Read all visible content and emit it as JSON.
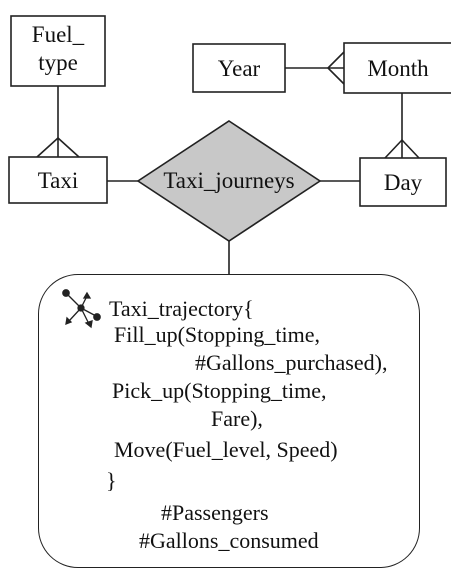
{
  "entities": {
    "fuel_type": {
      "line1": "Fuel_",
      "line2": "type"
    },
    "taxi": "Taxi",
    "year": "Year",
    "month": "Month",
    "day": "Day"
  },
  "relationship": "Taxi_journeys",
  "measures": {
    "trajectory_header": "Taxi_trajectory{",
    "fill_up_1": "Fill_up(Stopping_time,",
    "fill_up_2": "#Gallons_purchased),",
    "pick_up_1": "Pick_up(Stopping_time,",
    "pick_up_2": "Fare),",
    "move": "Move(Fuel_level, Speed)",
    "close_brace": "}",
    "passengers": "#Passengers",
    "gallons_consumed": "#Gallons_consumed"
  },
  "icons": {
    "trajectory": "trajectory-icon"
  },
  "colors": {
    "relationship_fill": "#c8c8c8",
    "stroke": "#222222"
  }
}
